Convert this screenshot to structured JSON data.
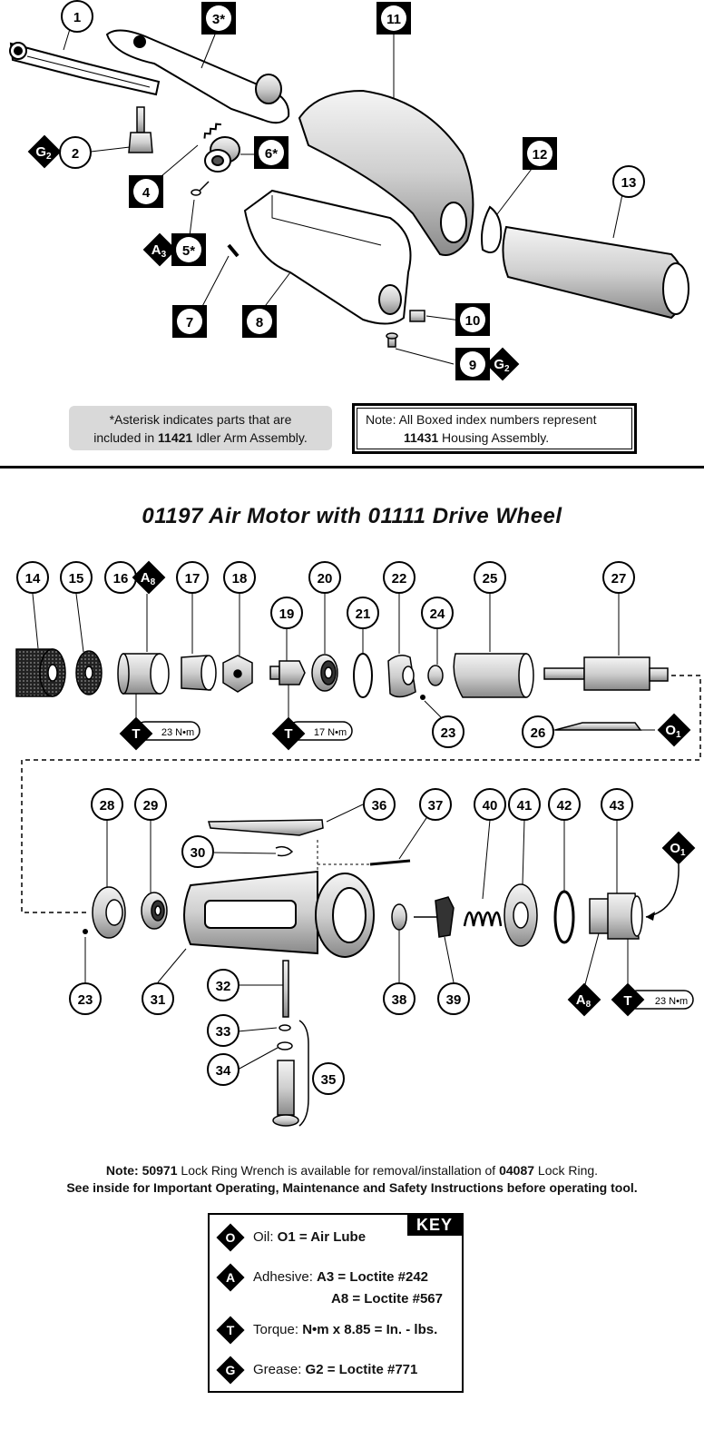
{
  "notes": {
    "asterisk_line1": "*Asterisk indicates parts that are",
    "asterisk_line2a": "included in ",
    "asterisk_part": "11421",
    "asterisk_line2b": " Idler Arm Assembly.",
    "boxed_line1": "Note:  All Boxed index numbers represent",
    "boxed_part": "11431",
    "boxed_line2b": " Housing Assembly."
  },
  "section_title": "01197 Air Motor with 01111 Drive Wheel",
  "bottom_note": {
    "line1_a": "Note: ",
    "line1_part1": "50971",
    "line1_b": " Lock Ring Wrench is available for removal/installation of ",
    "line1_part2": "04087",
    "line1_c": " Lock Ring.",
    "line2": "See inside for Important Operating, Maintenance and Safety Instructions before operating tool."
  },
  "key": {
    "title": "KEY",
    "oil_letter": "O",
    "oil_label": "Oil: ",
    "oil_value": "O1 = Air Lube",
    "adhesive_letter": "A",
    "adhesive_label": "Adhesive:  ",
    "adhesive_value1": "A3 = Loctite #242",
    "adhesive_value2": "A8 = Loctite #567",
    "torque_letter": "T",
    "torque_label": "Torque: ",
    "torque_value": "N•m x 8.85 = In. - lbs.",
    "grease_letter": "G",
    "grease_label": "Grease: ",
    "grease_value": "G2 = Loctite #771"
  },
  "callouts_circle": [
    "1",
    "2",
    "3*",
    "4",
    "5*",
    "6*",
    "7",
    "8",
    "9",
    "11",
    "12",
    "13",
    "14",
    "15",
    "16",
    "17",
    "18",
    "19",
    "20",
    "21",
    "22",
    "23",
    "24",
    "25",
    "26",
    "27",
    "28",
    "29",
    "30",
    "31",
    "32",
    "33",
    "34",
    "35",
    "36",
    "37",
    "38",
    "39",
    "40",
    "41",
    "42",
    "43"
  ],
  "callouts_boxed": [
    "3*",
    "4",
    "5*",
    "6*",
    "7",
    "8",
    "9",
    "10",
    "11",
    "12"
  ],
  "torque_values": {
    "part16": "23 N•m",
    "part19": "17 N•m",
    "part43": "23 N•m"
  },
  "diamond_codes": {
    "G2": "G2",
    "A3": "A3",
    "A8": "A8",
    "O1": "O1",
    "T": "T"
  }
}
